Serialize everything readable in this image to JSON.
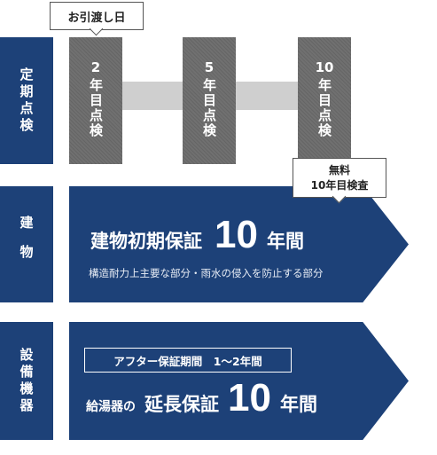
{
  "rows": {
    "periodic": "定期点検",
    "building": "建物",
    "equipment": "設備機器"
  },
  "handover": "お引渡し日",
  "inspections": [
    {
      "year": "2",
      "label": "年目点検"
    },
    {
      "year": "5",
      "label": "年目点検"
    },
    {
      "year": "10",
      "label": "年目点検"
    }
  ],
  "free_check": {
    "line1": "無料",
    "line2": "10年目検査"
  },
  "building": {
    "title": "建物初期保証",
    "number": "10",
    "unit": "年間",
    "subtitle": "構造耐力上主要な部分・雨水の侵入を防止する部分"
  },
  "equipment": {
    "tag": "アフター保証期間　1〜2年間",
    "prefix": "給湯器の",
    "title": "延長保証",
    "number": "10",
    "unit": "年間"
  },
  "colors": {
    "navy": "#1d4178",
    "gray": "#707070",
    "connector": "#cfcfcf"
  }
}
